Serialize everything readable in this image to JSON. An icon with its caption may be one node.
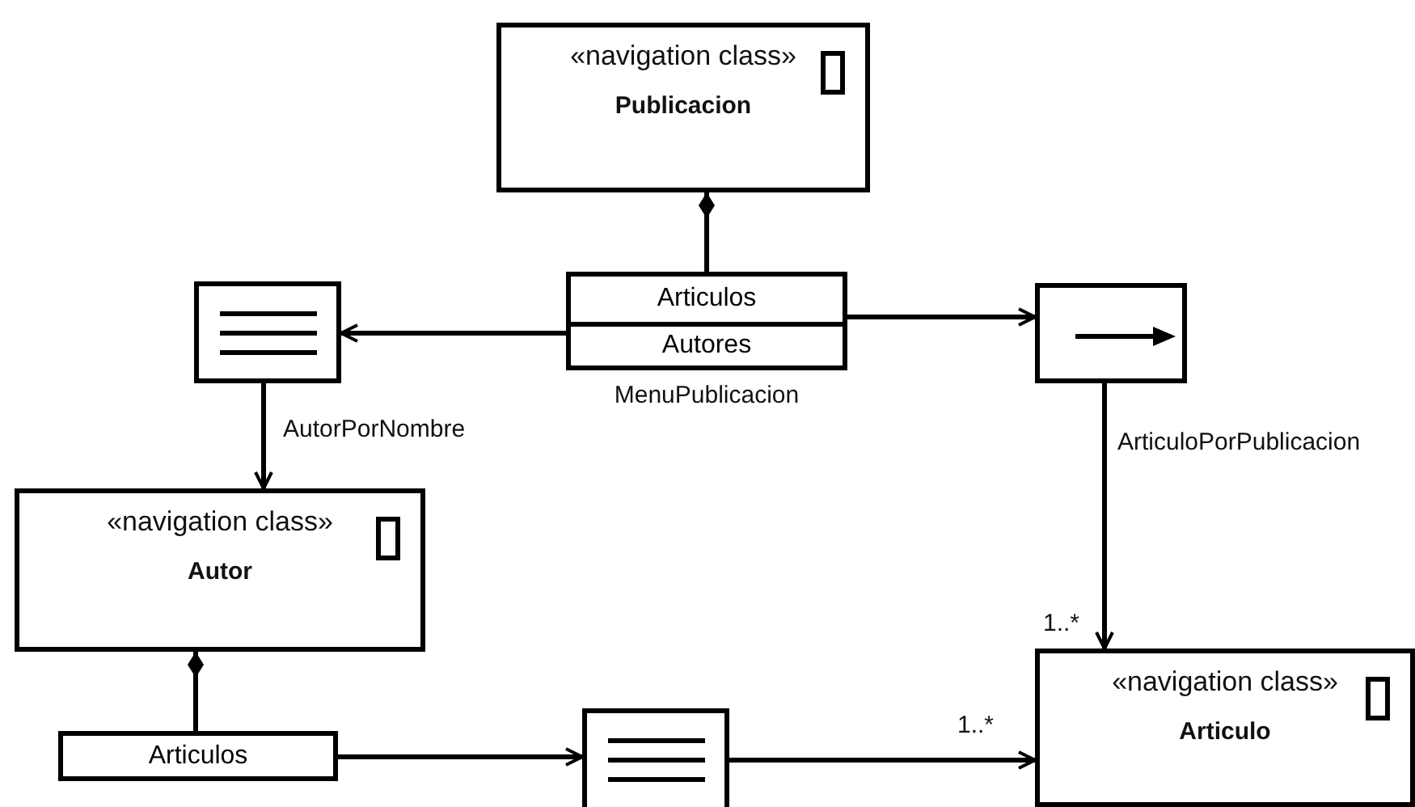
{
  "diagram": {
    "nodes": [
      {
        "text": [
          "«navigation class»",
          "Publicacion"
        ]
      },
      {
        "text": [
          "Articulos",
          "Autores"
        ],
        "beside": [
          "MenuPublicacion"
        ]
      },
      {
        "text": [],
        "shape": "box"
      },
      {
        "text": [],
        "shape": "box"
      },
      {
        "text": [
          "«navigation class»",
          "Autor"
        ]
      },
      {
        "text": [
          "Articulos"
        ]
      },
      {
        "text": [],
        "shape": "box"
      },
      {
        "text": [
          "«navigation class»",
          "Articulo"
        ]
      }
    ],
    "edges": [
      {
        "from": 1,
        "to": 0,
        "arrow": "other"
      },
      {
        "from": 1,
        "to": 2,
        "arrow": "to"
      },
      {
        "from": 1,
        "to": 3,
        "arrow": "to"
      },
      {
        "from": 2,
        "to": 4,
        "arrow": "to",
        "label": "AutorPorNombre"
      },
      {
        "from": 3,
        "to": 7,
        "arrow": "to",
        "label": "ArticuloPorPublicacion"
      },
      {
        "from": 5,
        "to": 4,
        "arrow": "other"
      },
      {
        "from": 5,
        "to": 6,
        "arrow": "to"
      },
      {
        "from": 6,
        "to": 7,
        "arrow": "to"
      }
    ],
    "labels": [
      "1..*",
      "1..*"
    ]
  }
}
